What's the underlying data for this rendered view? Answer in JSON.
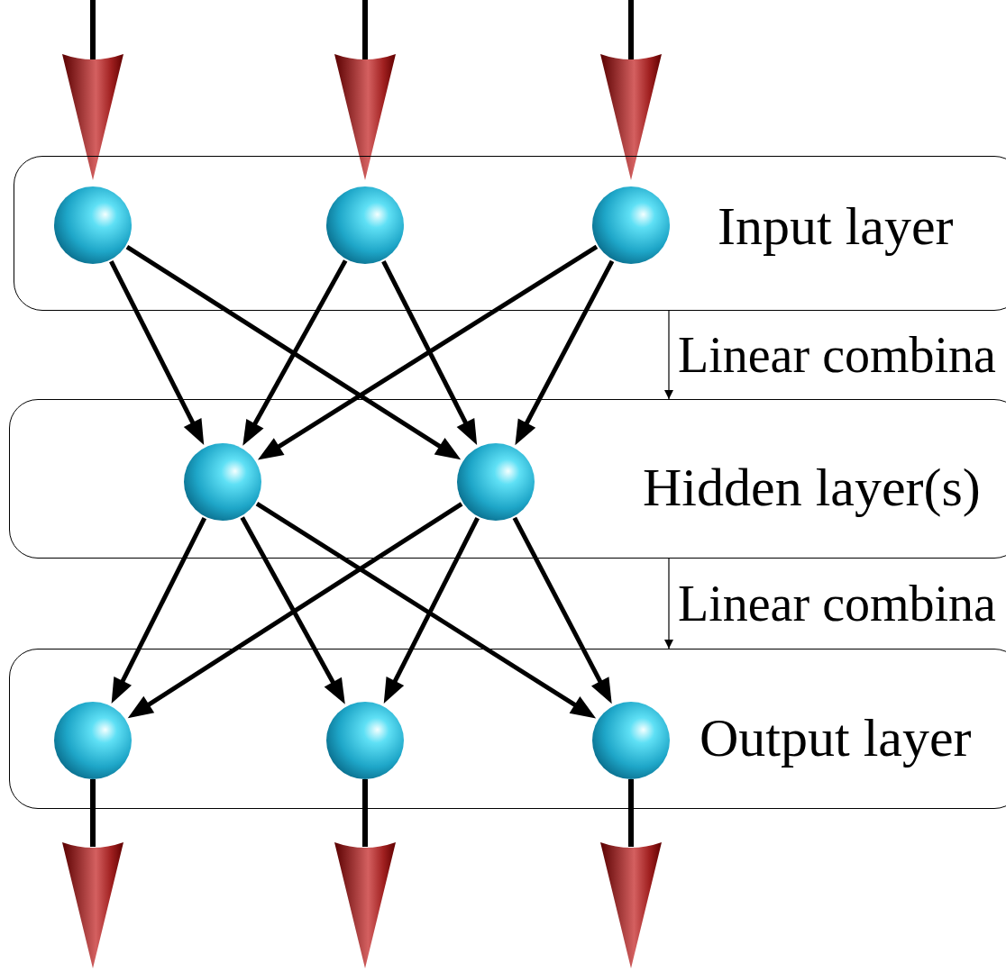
{
  "diagram": {
    "nodes": [
      {
        "text": [
          "Input layer"
        ]
      },
      {
        "text": [
          "Hidden layer(s)"
        ]
      },
      {
        "text": [
          "Output layer"
        ]
      }
    ],
    "edges": [
      {
        "from": 0,
        "to": 1,
        "arrow": "to",
        "label": "Linear combina"
      },
      {
        "from": 1,
        "to": 2,
        "arrow": "to",
        "label": "Linear combina"
      }
    ]
  }
}
